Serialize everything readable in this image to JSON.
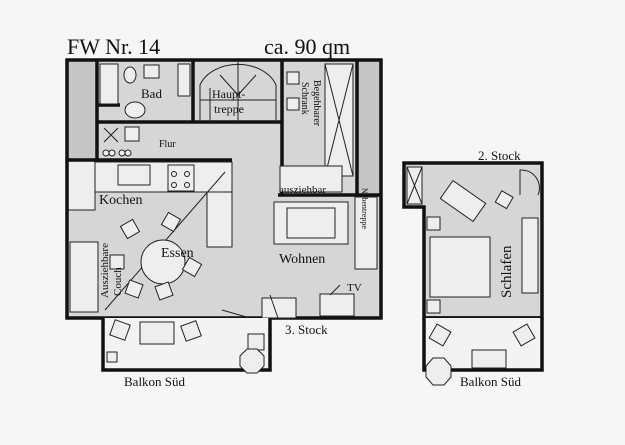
{
  "title": "FW Nr. 14",
  "area": "ca. 90 qm",
  "floor3": {
    "label": "3. Stock",
    "rooms": {
      "bad": "Bad",
      "haupttreppe_1": "Haupt-",
      "haupttreppe_2": "treppe",
      "schrank_1": "Begehbarer",
      "schrank_2": "Schrank",
      "flur": "Flur",
      "kochen": "Kochen",
      "essen": "Essen",
      "couch_1": "Ausziehbare",
      "couch_2": "Couch",
      "ausziehbar": "ausziehbar",
      "nebentreppe": "Nebentreppe",
      "wohnen": "Wohnen",
      "tv": "TV"
    },
    "balcony": "Balkon Süd"
  },
  "floor2": {
    "label": "2. Stock",
    "rooms": {
      "schlafen": "Schlafen"
    },
    "balcony": "Balkon Süd"
  }
}
